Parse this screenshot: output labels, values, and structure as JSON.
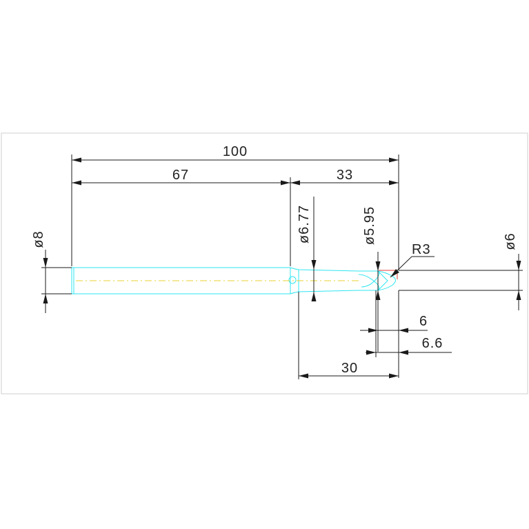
{
  "dimensions": {
    "overall_length": "100",
    "shank_length": "67",
    "neck_length": "33",
    "reach_length": "30",
    "cut_length_1": "6",
    "cut_length_2": "6.6",
    "shank_diameter": "ø8",
    "neck_diameter": "ø6.77",
    "head_diameter": "ø5.95",
    "tool_diameter": "ø6",
    "ball_radius": "R3"
  },
  "colors": {
    "tool_outline": "#2ee6f0",
    "centerline": "#e8d230",
    "radius_marker": "#e23a3a",
    "dimension_lines": "#1a1a1a"
  }
}
